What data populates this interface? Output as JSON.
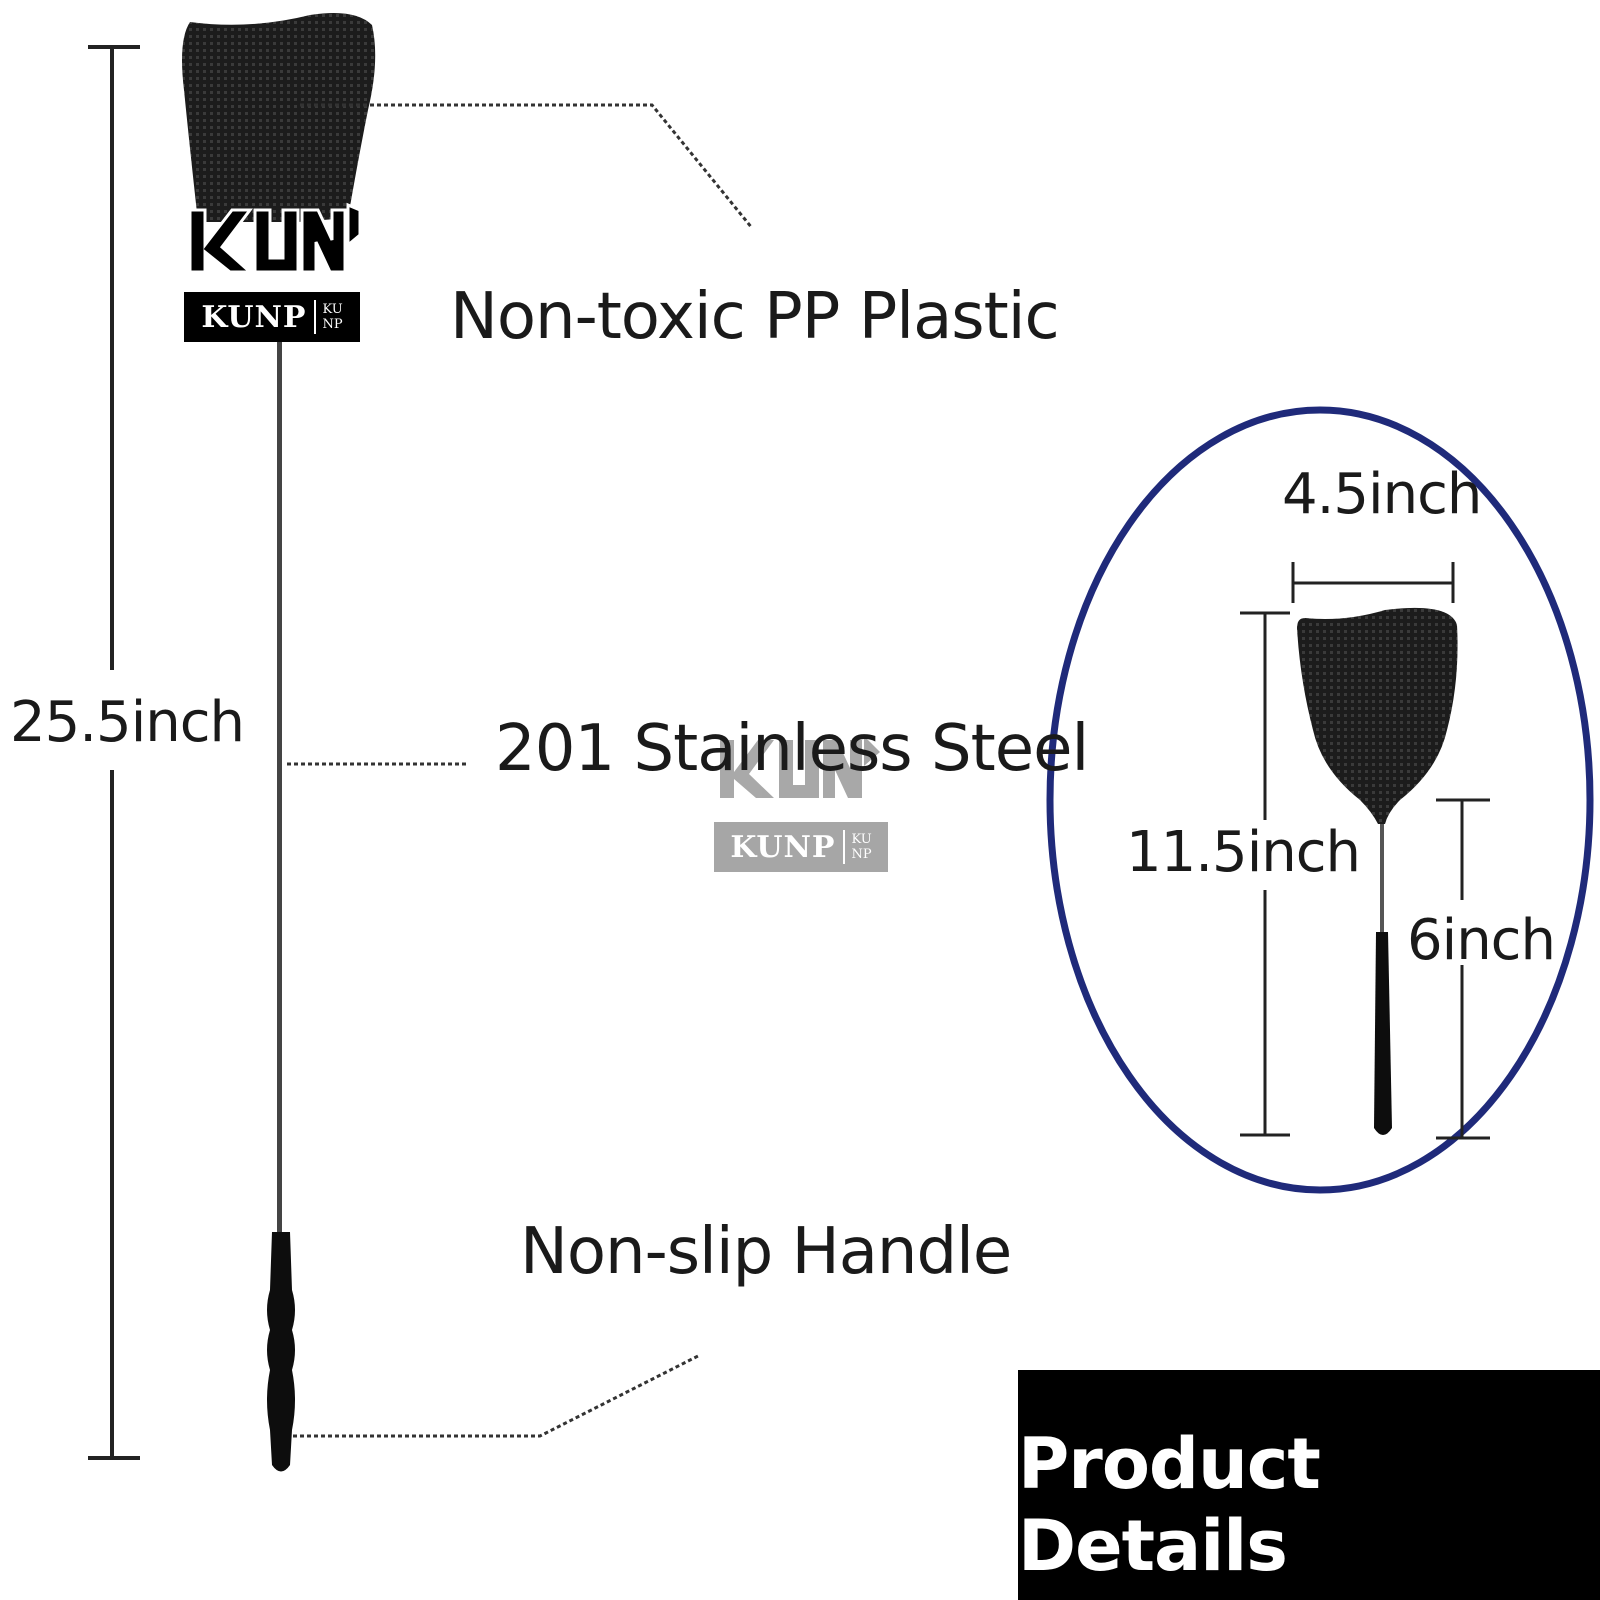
{
  "labels": {
    "plastic": "Non-toxic PP Plastic",
    "steel": "201 Stainless Steel",
    "handle": "Non-slip Handle"
  },
  "dimensions": {
    "total_length": "25.5inch",
    "head_width": "4.5inch",
    "head_length": "11.5inch",
    "handle_length": "6inch"
  },
  "brand": {
    "logo_text": "KUNP",
    "badge_main": "KUNP",
    "badge_small_top": "KU",
    "badge_small_bottom": "NP"
  },
  "panel": {
    "title": "Product Details"
  },
  "colors": {
    "circle": "#1f2a7a",
    "swatter": "#111111",
    "text": "#1a1a1a",
    "panel": "#000000"
  }
}
